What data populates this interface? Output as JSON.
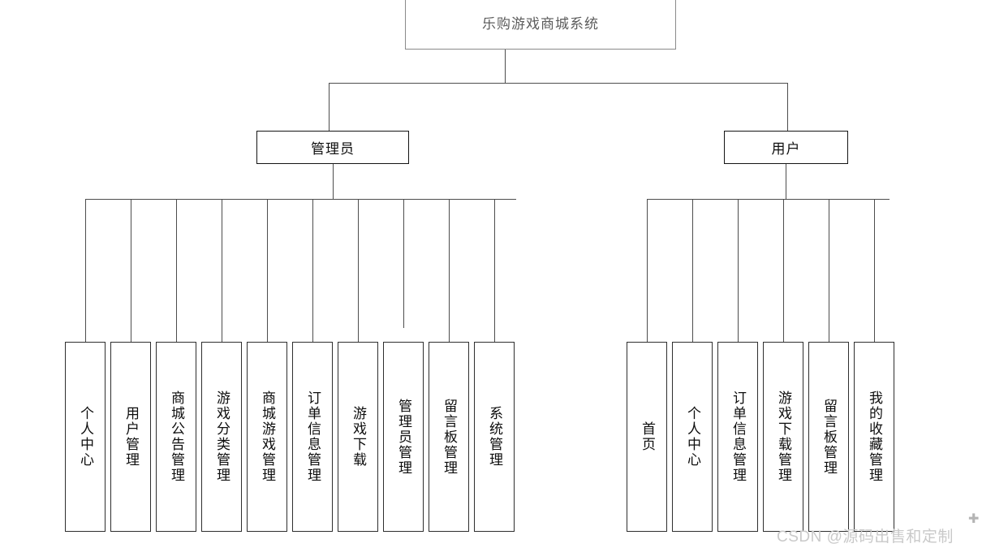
{
  "diagram": {
    "title": "乐购游戏商城系统",
    "type": "tree-hierarchy",
    "root": {
      "label": "乐购游戏商城系统"
    },
    "branches": [
      {
        "id": "admin",
        "label": "管理员"
      },
      {
        "id": "user",
        "label": "用户"
      }
    ],
    "admin_leaves": [
      {
        "label": "个人中心"
      },
      {
        "label": "用户管理"
      },
      {
        "label": "商城公告管理"
      },
      {
        "label": "游戏分类管理"
      },
      {
        "label": "商城游戏管理"
      },
      {
        "label": "订单信息管理"
      },
      {
        "label": "游戏下载"
      },
      {
        "label": "管理员管理"
      },
      {
        "label": "留言板管理"
      },
      {
        "label": "系统管理"
      }
    ],
    "user_leaves": [
      {
        "label": "首页"
      },
      {
        "label": "个人中心"
      },
      {
        "label": "订单信息管理"
      },
      {
        "label": "游戏下载管理"
      },
      {
        "label": "留言板管理"
      },
      {
        "label": "我的收藏管理"
      }
    ]
  },
  "watermark": {
    "text": "CSDN @源码出售和定制"
  },
  "colors": {
    "line": "#4d4d4d",
    "box_border": "#2e2e2e",
    "root_border": "#8a8a8a",
    "text": "#0d0d0d",
    "root_text": "#5c5c5c",
    "background": "#ffffff",
    "watermark": "#c9c9c9"
  }
}
